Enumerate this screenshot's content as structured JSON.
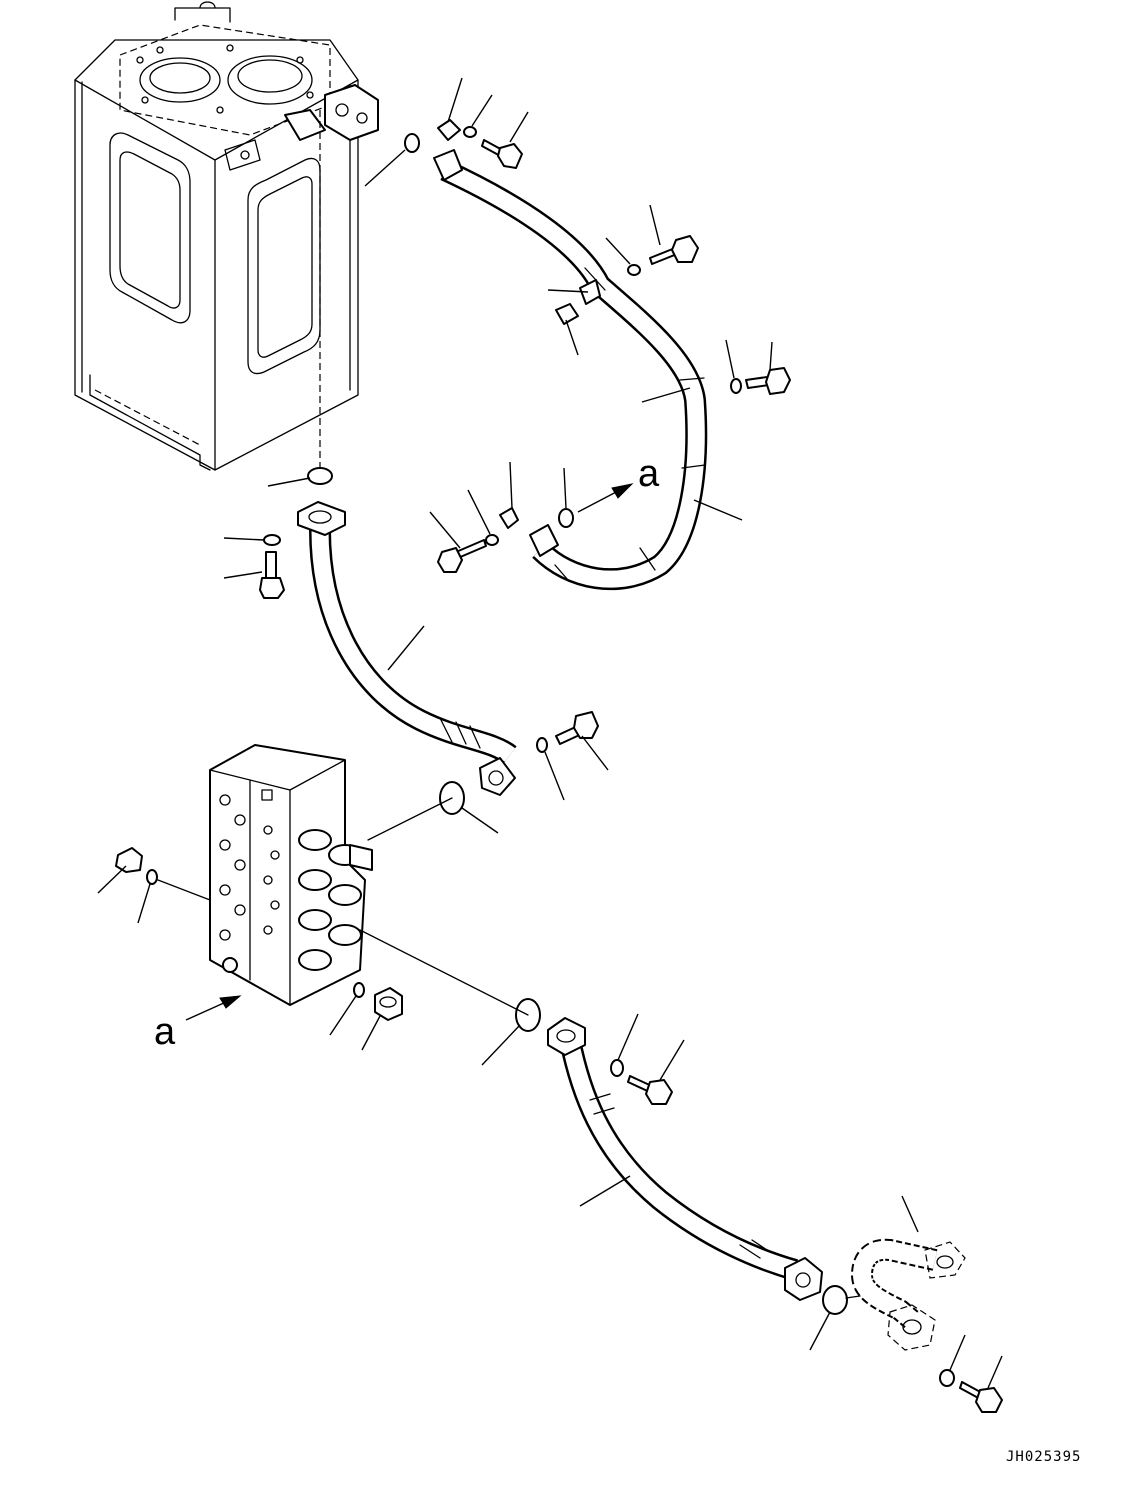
{
  "view_labels": [
    "a",
    "a"
  ],
  "drawing_code": "JH025395"
}
